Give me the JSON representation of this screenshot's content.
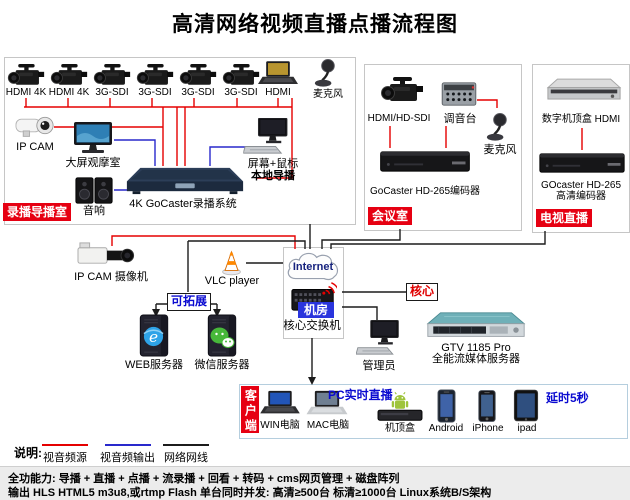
{
  "title": "高清网络视频直播点播流程图",
  "studio": {
    "tag": "录播导播室",
    "cams": [
      "HDMI 4K",
      "HDMI 4K",
      "3G-SDI",
      "3G-SDI",
      "3G-SDI",
      "3G-SDI"
    ],
    "laptop": "HDMI",
    "mic": "麦克风",
    "ipcam": "IP CAM",
    "bigscreen": "大屏观摩室",
    "speakers": "音响",
    "switcher": "4K GoCaster录播系统",
    "screen_mouse": "屏幕+鼠标",
    "local_director": "本地导播"
  },
  "meeting": {
    "tag": "会议室",
    "cam": "HDMI/HD-SDI",
    "mixer": "调音台",
    "mic": "麦克风",
    "encoder": "GoCaster HD-265编码器"
  },
  "tv": {
    "tag": "电视直播",
    "settop": "数字机顶盒 HDMI",
    "encoder1": "GOcaster HD-265",
    "encoder2": "高清编码器"
  },
  "core": {
    "ipcam": "IP CAM 摄像机",
    "vlc": "VLC player",
    "expand": "可拓展",
    "web": "WEB服务器",
    "wechat": "微信服务器",
    "internet": "Internet",
    "room": "机房",
    "switch": "核心交换机",
    "core_tag": "核心",
    "admin": "管理员",
    "gtv1": "GTV 1185 Pro",
    "gtv2": "全能流媒体服务器"
  },
  "client": {
    "tag": "客户端",
    "win": "WIN电脑",
    "mac": "MAC电脑",
    "pc_live": "PC实时直播",
    "stb": "机顶盒",
    "android": "Android",
    "iphone": "iPhone",
    "ipad": "ipad",
    "delay": "延时5秒"
  },
  "legend": {
    "title": "说明:",
    "items": [
      {
        "label": "视音频源",
        "color": "#e50000"
      },
      {
        "label": "视音频输出",
        "color": "#2929cc"
      },
      {
        "label": "网络网线",
        "color": "#1c1c1c"
      }
    ]
  },
  "footer": {
    "line1": "全功能力: 导播 + 直播 + 点播 + 流录播 + 回看 + 转码 + cms网页管理 + 磁盘阵列",
    "line2": "输出 HLS HTML5 m3u8,或rtmp Flash  单台同时并发: 高清≥500台 标清≥1000台  Linux系统B/S架构"
  },
  "colors": {
    "accent_red": "#e60012",
    "room_blue": "#2a35dd",
    "note_blue": "#0a0ad0"
  }
}
